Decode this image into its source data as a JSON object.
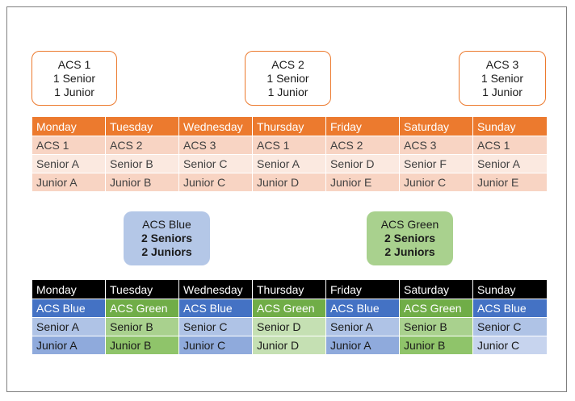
{
  "top_units": [
    {
      "name": "ACS 1",
      "line2": "1 Senior",
      "line3": "1 Junior"
    },
    {
      "name": "ACS 2",
      "line2": "1 Senior",
      "line3": "1 Junior"
    },
    {
      "name": "ACS 3",
      "line2": "1 Senior",
      "line3": "1 Junior"
    }
  ],
  "days": [
    "Monday",
    "Tuesday",
    "Wednesday",
    "Thursday",
    "Friday",
    "Saturday",
    "Sunday"
  ],
  "schedule1": {
    "rows": [
      [
        "ACS 1",
        "ACS 2",
        "ACS 3",
        "ACS 1",
        "ACS 2",
        "ACS 3",
        "ACS 1"
      ],
      [
        "Senior A",
        "Senior B",
        "Senior C",
        "Senior A",
        "Senior D",
        "Senior F",
        "Senior A"
      ],
      [
        "Junior A",
        "Junior B",
        "Junior C",
        "Junior D",
        "Junior E",
        "Junior C",
        "Junior E"
      ]
    ]
  },
  "bottom_units": [
    {
      "name": "ACS Blue",
      "line2": "2 Seniors",
      "line3": "2 Juniors"
    },
    {
      "name": "ACS Green",
      "line2": "2 Seniors",
      "line3": "2 Juniors"
    }
  ],
  "schedule2": {
    "rows": [
      [
        "ACS Blue",
        "ACS Green",
        "ACS Blue",
        "ACS Green",
        "ACS Blue",
        "ACS Green",
        "ACS Blue"
      ],
      [
        "Senior A",
        "Senior B",
        "Senior C",
        "Senior D",
        "Senior A",
        "Senior B",
        "Senior C"
      ],
      [
        "Junior A",
        "Junior B",
        "Junior C",
        "Junior D",
        "Junior A",
        "Junior B",
        "Junior C"
      ]
    ],
    "team_by_day": [
      "blue",
      "green",
      "blue",
      "green",
      "blue",
      "green",
      "blue"
    ]
  },
  "colors": {
    "orange": "#ec7a2e",
    "blue": "#4472c4",
    "green": "#70ad47",
    "black_header": "#000000"
  }
}
